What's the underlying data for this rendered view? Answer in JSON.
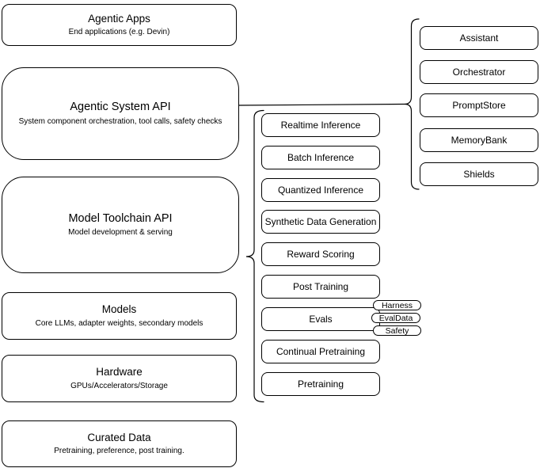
{
  "canvas": {
    "background": "#ffffff",
    "stroke_color": "#000000",
    "text_color": "#000000"
  },
  "left_stack": [
    {
      "title": "Agentic Apps",
      "subtitle": "End applications (e.g. Devin)"
    },
    {
      "title": "Agentic System API",
      "subtitle": "System component orchestration, tool calls, safety checks"
    },
    {
      "title": "Model Toolchain API",
      "subtitle": "Model development & serving"
    },
    {
      "title": "Models",
      "subtitle": "Core LLMs, adapter weights, secondary models"
    },
    {
      "title": "Hardware",
      "subtitle": "GPUs/Accelerators/Storage"
    },
    {
      "title": "Curated Data",
      "subtitle": "Pretraining, preference, post training."
    }
  ],
  "toolchain": {
    "items": [
      "Realtime Inference",
      "Batch Inference",
      "Quantized Inference",
      "Synthetic Data Generation",
      "Reward Scoring",
      "Post Training",
      "Evals",
      "Continual Pretraining",
      "Pretraining"
    ]
  },
  "evals_tags": [
    "Harness",
    "EvalData",
    "Safety"
  ],
  "system_components": [
    "Assistant",
    "Orchestrator",
    "PromptStore",
    "MemoryBank",
    "Shields"
  ]
}
